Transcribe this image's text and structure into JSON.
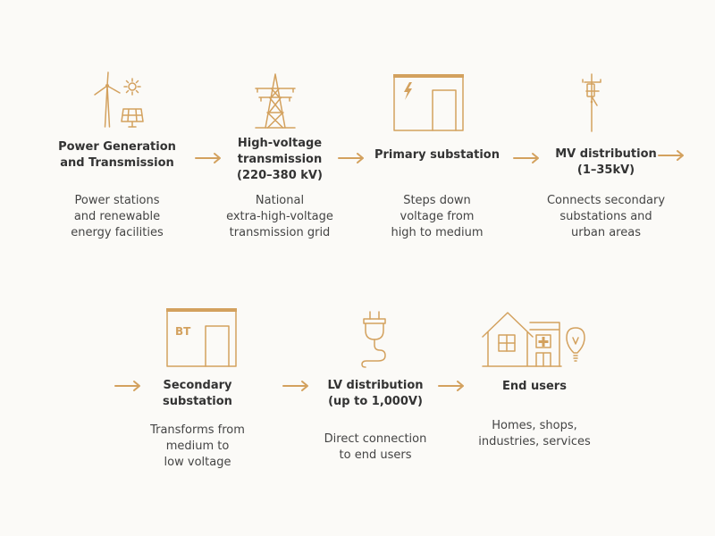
{
  "colors": {
    "accent": "#d3a15e",
    "background": "#fbfaf7",
    "text": "#3a3a3a"
  },
  "steps": [
    {
      "title": "Power Generation\nand Transmission",
      "desc": "Power stations\nand renewable\nenergy facilities",
      "icon": "wind-solar-icon"
    },
    {
      "title": "High-voltage\ntransmission\n(220–380 kV)",
      "desc": "National\nextra-high-voltage\ntransmission grid",
      "icon": "pylon-icon"
    },
    {
      "title": "Primary substation",
      "desc": "Steps down\nvoltage from\nhigh to medium",
      "icon": "substation-icon"
    },
    {
      "title": "MV distribution\n(1–35kV)",
      "desc": "Connects secondary\nsubstations and\nurban areas",
      "icon": "utility-pole-icon"
    },
    {
      "title": "Secondary\nsubstation",
      "desc": "Transforms from\nmedium to\nlow voltage",
      "icon": "secondary-substation-icon",
      "badge": "BT"
    },
    {
      "title": "LV distribution\n(up to 1,000V)",
      "desc": "Direct connection\nto end users",
      "icon": "plug-icon"
    },
    {
      "title": "End users",
      "desc": "Homes, shops,\nindustries, services",
      "icon": "buildings-bulb-icon"
    }
  ]
}
